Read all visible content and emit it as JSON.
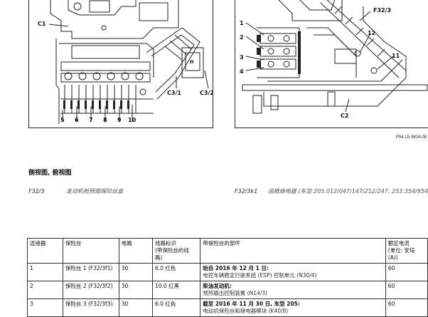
{
  "figure": {
    "left_callouts": {
      "c1": "C1",
      "n5": "5",
      "n6": "6",
      "n7": "7",
      "n8": "8",
      "n9": "9",
      "n10": "10",
      "c3_1": "C3/1",
      "c3_2": "C3/2",
      "n": "n"
    },
    "right_callouts": {
      "n1": "1",
      "n2": "2",
      "n3": "3",
      "n4": "4",
      "f32_3": "F32/3",
      "n12": "12",
      "n11": "11",
      "c2": "C2"
    },
    "reference": "P54.15-3604-08"
  },
  "section_title": "侧视图, 俯视图",
  "parts": {
    "left": {
      "code": "F32/3",
      "desc": "发动机舱预熔保险丝盒"
    },
    "right": {
      "code": "F32/3k1",
      "desc": "追概继电器 (车型 205.012/047/147/212/247, 253.354/954,"
    }
  },
  "table": {
    "headers": {
      "connector": "连接器",
      "fuse": "保险丝",
      "circuit": "电路",
      "wire_line1": "线路标识",
      "wire_line2": "(带保险丝的线",
      "wire_line3": "路)",
      "component": "带保险丝的部件",
      "rated_line1": "额定电流",
      "rated_line2": "(单位: 安培",
      "rated_line3": "(A))"
    },
    "rows": [
      {
        "connector": "1",
        "fuse": "保险丝 1 (F32/3f1)",
        "circuit": "30",
        "wire": "6.0 红色",
        "comp_line1": "始自 2016 年 12 月 1 日:",
        "comp_line2": "电控车辆稳定行驶系统 (ESP) 控制单元 (N30/4)",
        "rated": "60"
      },
      {
        "connector": "2",
        "fuse": "保险丝 2 (F32/3f2)",
        "circuit": "30",
        "wire": "10.0 红黑",
        "comp_line1": "柴油发动机:",
        "comp_line2": "预热输出控制装置 (N14/3)",
        "rated": "60"
      },
      {
        "connector": "3",
        "fuse": "保险丝 3 (F32/3f3)",
        "circuit": "30",
        "wire": "6.0 红色",
        "comp_line1": "截至 2016 年 11 月 30 日, 车型 205:",
        "comp_line2": "电动机保险丝和继电器模块 (K40/8)",
        "rated": "60"
      }
    ]
  }
}
